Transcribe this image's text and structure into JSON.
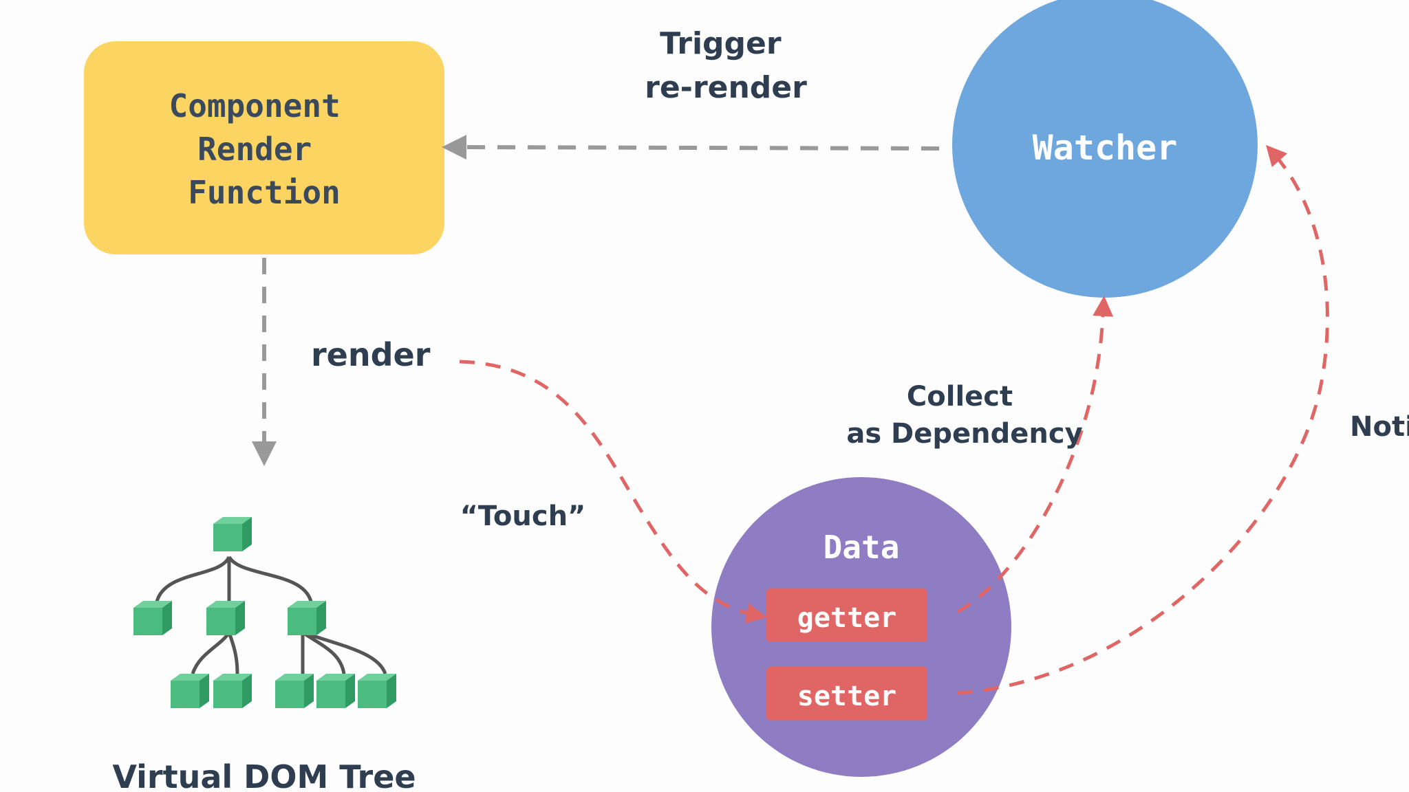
{
  "nodes": {
    "component": {
      "lines": [
        "Component",
        "Render",
        "Function"
      ],
      "color": "#fcd462",
      "text_color": "#3a4a5c"
    },
    "watcher": {
      "label": "Watcher",
      "color": "#6da7dd",
      "text_color": "#ffffff"
    },
    "data": {
      "label": "Data",
      "color": "#8f7dc4",
      "text_color": "#ffffff",
      "getter": "getter",
      "setter": "setter",
      "pill_color": "#e06666"
    }
  },
  "labels": {
    "trigger": [
      "Trigger",
      "re-render"
    ],
    "render": "render",
    "touch": "“Touch”",
    "collect": [
      "Collect",
      "as Dependency"
    ],
    "notify": "Noti",
    "vdom": "Virtual DOM Tree"
  },
  "colors": {
    "text": "#2e3e50",
    "gray_arrow": "#999999",
    "red_arrow": "#e06666",
    "cube": "#4cbb7f",
    "branch": "#555555"
  }
}
